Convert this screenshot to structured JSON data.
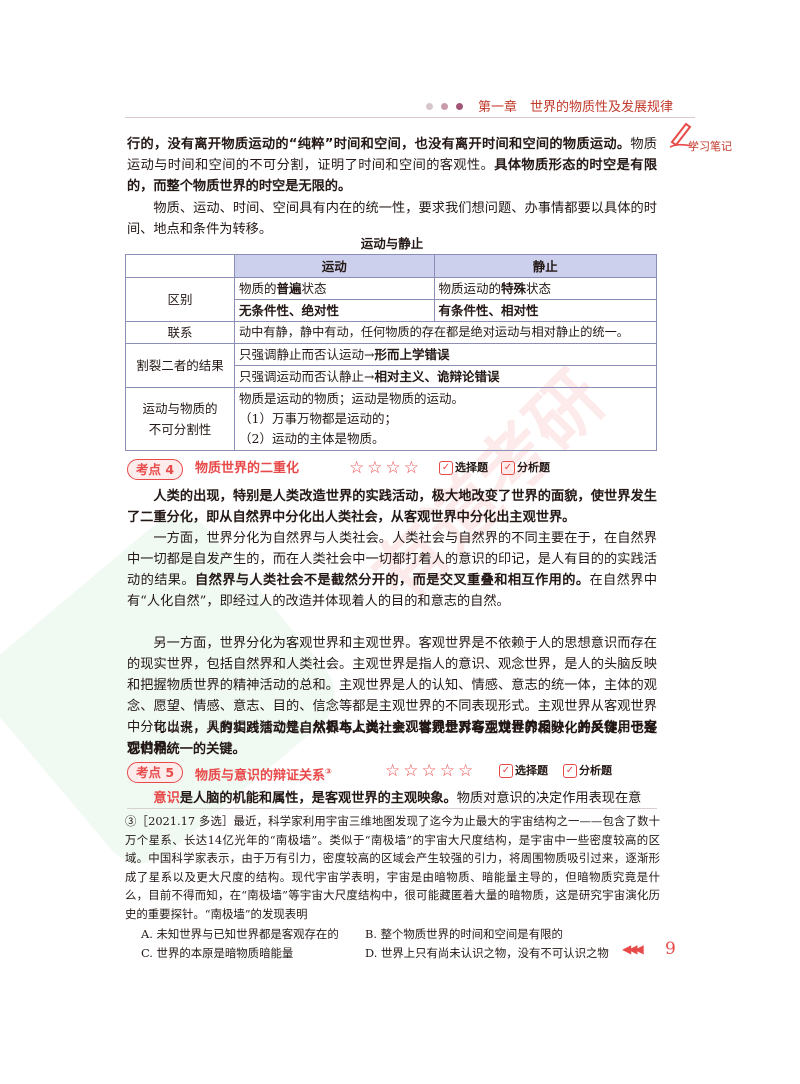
{
  "header": {
    "chapter_title": "第一章　世界的物质性及发展规律",
    "dot_colors": [
      "#d6c6cc",
      "#c89aaa",
      "#a35577"
    ]
  },
  "side_note": {
    "label": "学习笔记",
    "icon": "pen-writing-icon"
  },
  "watermark_text": "有道考研",
  "intro": {
    "p1_bold1": "行的，没有离开物质运动的“纯粹”时间和空间，也没有离开时间和空间的物质运动。",
    "p1_normal": "物质运动与时间和空间的不可分割，证明了时间和空间的客观性。",
    "p1_bold2": "具体物质形态的时空是有限的，而整个物质世界的时空是无限的。",
    "p2": "物质、运动、时间、空间具有内在的统一性，要求我们想问题、办事情都要以具体的时间、地点和条件为转移。"
  },
  "table": {
    "caption": "运动与静止",
    "headers": [
      "运动",
      "静止"
    ],
    "diff_label": "区别",
    "diff_row1": [
      "物质的",
      "普遍",
      "状态",
      "物质运动的",
      "特殊",
      "状态"
    ],
    "diff_row2": [
      "无条件性、绝对性",
      "有条件性、相对性"
    ],
    "link_label": "联系",
    "link_text": "动中有静，静中有动，任何物质的存在都是绝对运动与相对静止的统一。",
    "split_label": "割裂二者的结果",
    "split_row1": [
      "只强调静止而否认运动→",
      "形而上学错误"
    ],
    "split_row2": [
      "只强调运动而否认静止→",
      "相对主义、诡辩论错误"
    ],
    "insep_label": "运动与物质的不可分割性",
    "insep_lines": [
      "物质是运动的物质；运动是物质的运动。",
      "（1）万事万物都是运动的；",
      "（2）运动的主体是物质。"
    ]
  },
  "kp4": {
    "tag": "考点 4",
    "title": "物质世界的二重化",
    "stars": "☆☆☆☆",
    "check1": "选择题",
    "check2": "分析题"
  },
  "kp4_text": {
    "p1": "人类的出现，特别是人类改造世界的实践活动，极大地改变了世界的面貌，使世界发生了二重分化，即从自然界中分化出人类社会，从客观世界中分化出主观世界。",
    "p2a": "一方面，世界分化为自然界与人类社会。人类社会与自然界的不同主要在于，在自然界中一切都是自发产生的，而在人类社会中一切都打着人的意识的印记，是人有目的的实践活动的结果。",
    "p2b": "自然界与人类社会不是截然分开的，而是交叉重叠和相互作用的。",
    "p2c": "在自然界中有“人化自然”，即经过人的改造并体现着人的目的和意志的自然。",
    "p3a": "另一方面，世界分化为客观世界和主观世界。客观世界是不依赖于人的思想意识而存在的现实世界，包括自然界和人类社会。主观世界是指人的意识、观念世界，是人的头脑反映和把握物质世界的精神活动的总和。主观世界是人的认知、情感、意志的统一体，主体的观念、愿望、情感、意志、目的、信念等都是主观世界的不同表现形式。主观世界从客观世界中分化出来，具有相对独立性。",
    "p3b": "从根本上说，主观世界是对客观世界的反映，并反作用于客观世界。",
    "p4a": "可以说，",
    "p4b": "人的实践活动是自然界与人类社会、客观世界与主观世界相分化的关键，也是它们相统一的关键。"
  },
  "kp5": {
    "tag": "考点 5",
    "title": "物质与意识的辩证关系",
    "sup": "③",
    "stars": "☆☆☆☆☆",
    "check1": "选择题",
    "check2": "分析题"
  },
  "kp5_text": {
    "lead_red": "意识",
    "lead_bold": "是人脑的机能和属性，是客观世界的主观映象。",
    "lead_normal": "物质对意识的决定作用表现在意"
  },
  "footnote": {
    "text": "③［2021.17 多选］最近，科学家利用宇宙三维地图发现了迄今为止最大的宇宙结构之一——包含了数十万个星系、长达14亿光年的“南极墙”。类似于“南极墙”的宇宙大尺度结构，是宇宙中一些密度较高的区域。中国科学家表示，由于万有引力，密度较高的区域会产生较强的引力，将周围物质吸引过来，逐渐形成了星系以及更大尺度的结构。现代宇宙学表明，宇宙是由暗物质、暗能量主导的，但暗物质究竟是什么，目前不得而知，在“南极墙”等宇宙大尺度结构中，很可能藏匿着大量的暗物质，这是研究宇宙演化历史的重要探针。“南极墙”的发现表明",
    "options": {
      "A": "A. 未知世界与已知世界都是客观存在的",
      "B": "B. 整个物质世界的时间和空间是有限的",
      "C": "C. 世界的本原是暗物质暗能量",
      "D": "D. 世界上只有尚未认识之物，没有不可认识之物"
    }
  },
  "page_number": "9",
  "accent_color": "#e84a4a",
  "table_header_bg": "#cdd0ec"
}
